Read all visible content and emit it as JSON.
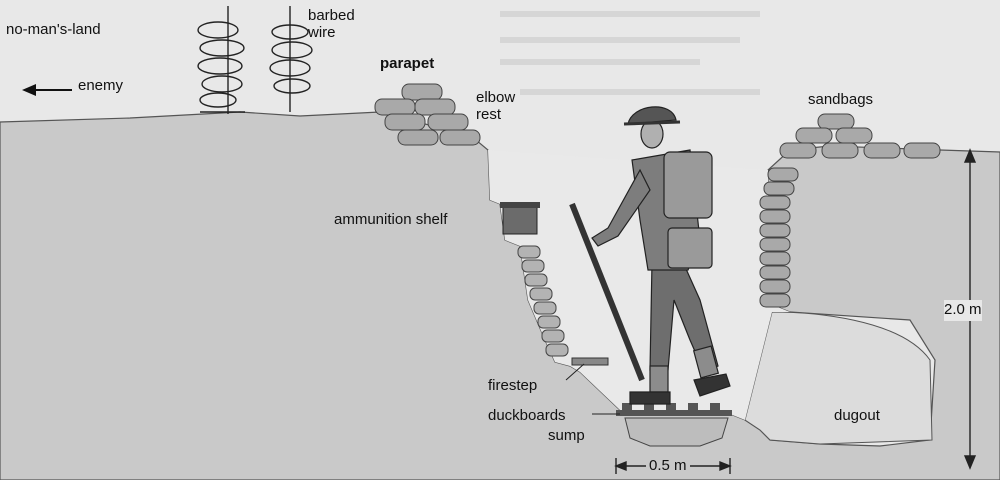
{
  "labels": {
    "no_mans_land": "no-man's-land",
    "enemy": "enemy",
    "barbed_wire": "barbed wire",
    "parapet": "parapet",
    "elbow_rest": "elbow rest",
    "sandbags": "sandbags",
    "ammunition_shelf": "ammunition shelf",
    "firestep": "firestep",
    "duckboards": "duckboards",
    "sump": "sump",
    "dugout": "dugout",
    "width": "0.5 m",
    "height": "2.0 m"
  },
  "colors": {
    "ground": "#c9c9c9",
    "sky": "#e8e8e8",
    "sandbag": "#a9a9a9",
    "uniform": "#7d7d7d",
    "line": "#222222"
  }
}
